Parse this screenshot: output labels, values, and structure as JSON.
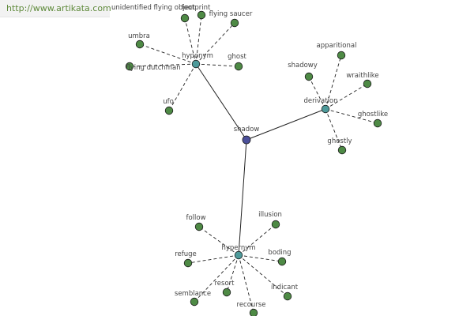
{
  "header": {
    "url": "http://www.artikata.com"
  },
  "colors": {
    "leaf": "#4e8a45",
    "category": "#4d9a9a",
    "center": "#4b4f9a",
    "edge": "#222222",
    "background": "#ffffff"
  },
  "graph": {
    "center": {
      "id": "shadow",
      "label": "shadow"
    },
    "categories": [
      {
        "id": "hyponym",
        "label": "hyponym"
      },
      {
        "id": "derivation",
        "label": "derivation"
      },
      {
        "id": "hypernym",
        "label": "hypernym"
      }
    ],
    "leaves": [
      {
        "id": "unidentified-flying-object",
        "label": "unidentified flying object",
        "parent": "hyponym"
      },
      {
        "id": "footprint",
        "label": "footprint",
        "parent": "hyponym"
      },
      {
        "id": "flying-saucer",
        "label": "flying saucer",
        "parent": "hyponym"
      },
      {
        "id": "umbra",
        "label": "umbra",
        "parent": "hyponym"
      },
      {
        "id": "ghost",
        "label": "ghost",
        "parent": "hyponym"
      },
      {
        "id": "flying-dutchman",
        "label": "flying dutchman",
        "parent": "hyponym"
      },
      {
        "id": "ufo",
        "label": "ufo",
        "parent": "hyponym"
      },
      {
        "id": "apparitional",
        "label": "apparitional",
        "parent": "derivation"
      },
      {
        "id": "shadowy",
        "label": "shadowy",
        "parent": "derivation"
      },
      {
        "id": "wraithlike",
        "label": "wraithlike",
        "parent": "derivation"
      },
      {
        "id": "ghostlike",
        "label": "ghostlike",
        "parent": "derivation"
      },
      {
        "id": "ghostly",
        "label": "ghostly",
        "parent": "derivation"
      },
      {
        "id": "follow",
        "label": "follow",
        "parent": "hypernym"
      },
      {
        "id": "illusion",
        "label": "illusion",
        "parent": "hypernym"
      },
      {
        "id": "refuge",
        "label": "refuge",
        "parent": "hypernym"
      },
      {
        "id": "boding",
        "label": "boding",
        "parent": "hypernym"
      },
      {
        "id": "resort",
        "label": "resort",
        "parent": "hypernym"
      },
      {
        "id": "semblance",
        "label": "semblance",
        "parent": "hypernym"
      },
      {
        "id": "indicant",
        "label": "indicant",
        "parent": "hypernym"
      },
      {
        "id": "recourse",
        "label": "recourse",
        "parent": "hypernym"
      }
    ]
  }
}
